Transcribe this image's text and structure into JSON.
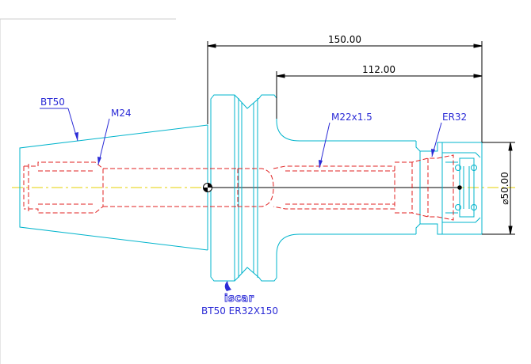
{
  "dimensions": {
    "overall_length": "150.00",
    "gauge_length": "112.00",
    "diameter": "⌀50.00"
  },
  "callouts": {
    "taper": "BT50",
    "drawbar_thread": "M24",
    "internal_thread": "M22x1.5",
    "collet": "ER32"
  },
  "logo": {
    "text": "iscar"
  },
  "part_title": "BT50  ER32X150",
  "colors": {
    "outline": "#00b4cc",
    "hidden": "#e02020",
    "centerline": "#e6d200",
    "dimension": "#000000",
    "leader": "#2b2bd6"
  },
  "icons": {
    "hub": "center-mark-icon",
    "nose": "center-mark-icon"
  }
}
